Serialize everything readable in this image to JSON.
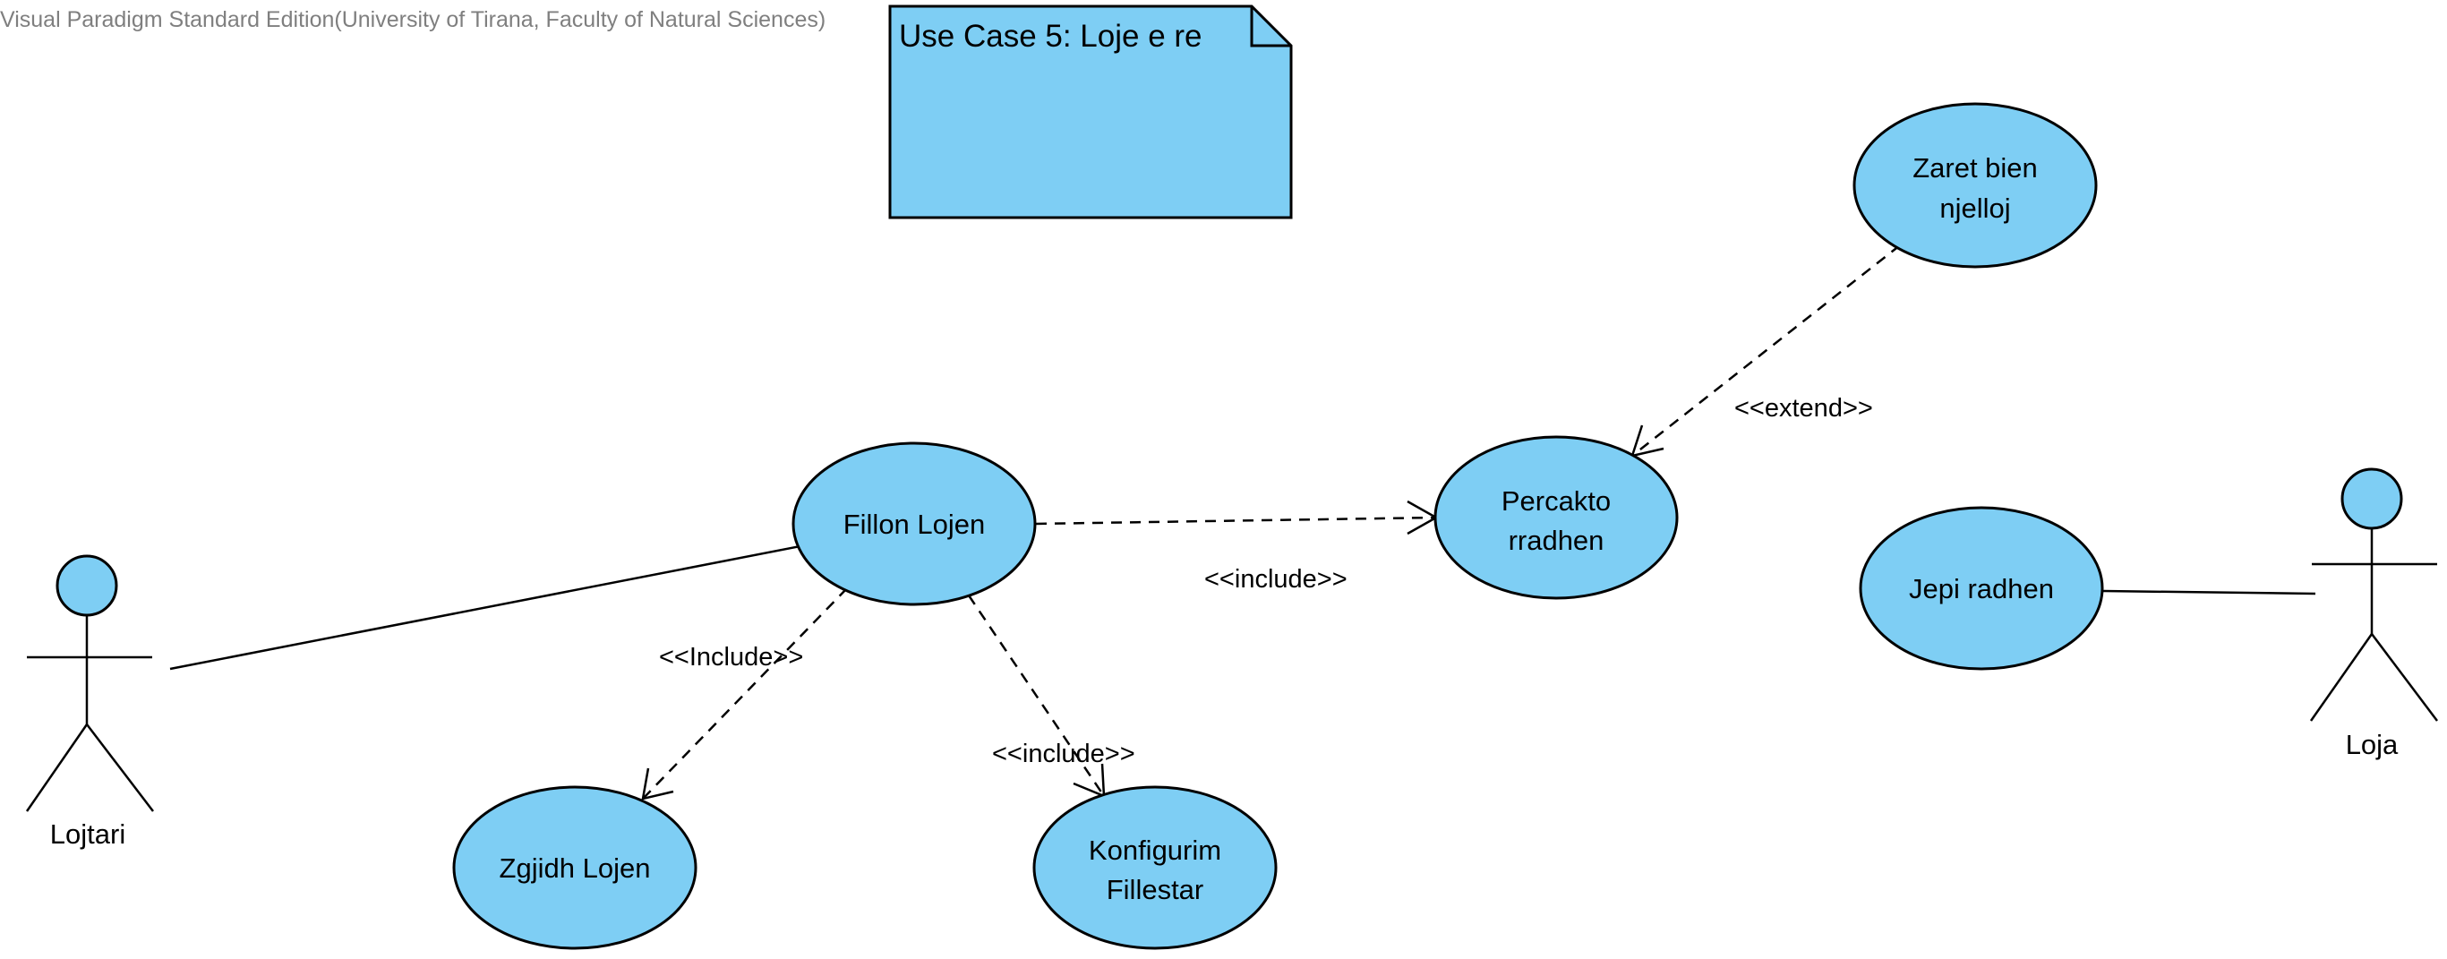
{
  "watermark": "Visual Paradigm Standard Edition(University of Tirana, Faculty of Natural Sciences)",
  "note": {
    "title": "Use Case 5: Loje e re"
  },
  "actors": {
    "lojtari": {
      "label": "Lojtari"
    },
    "loja": {
      "label": "Loja"
    }
  },
  "use_cases": {
    "fillon_lojen": {
      "lines": [
        "Fillon Lojen"
      ]
    },
    "percakto_rradhen": {
      "lines": [
        "Percakto",
        "rradhen"
      ]
    },
    "zaret_bien": {
      "lines": [
        "Zaret bien",
        "njelloj"
      ]
    },
    "jepi_radhen": {
      "lines": [
        "Jepi radhen"
      ]
    },
    "zgjidh_lojen": {
      "lines": [
        "Zgjidh Lojen"
      ]
    },
    "konfigurim_fillestar": {
      "lines": [
        "Konfigurim",
        "Fillestar"
      ]
    }
  },
  "relations": {
    "include_percakto": "<<include>>",
    "extend_zaret": "<<extend>>",
    "include_zgjidh": "<<Include>>",
    "include_konfigurim": "<<include>>"
  },
  "colors": {
    "fill": "#7ecef4",
    "stroke": "#000000",
    "watermark": "#7f7f7f"
  }
}
